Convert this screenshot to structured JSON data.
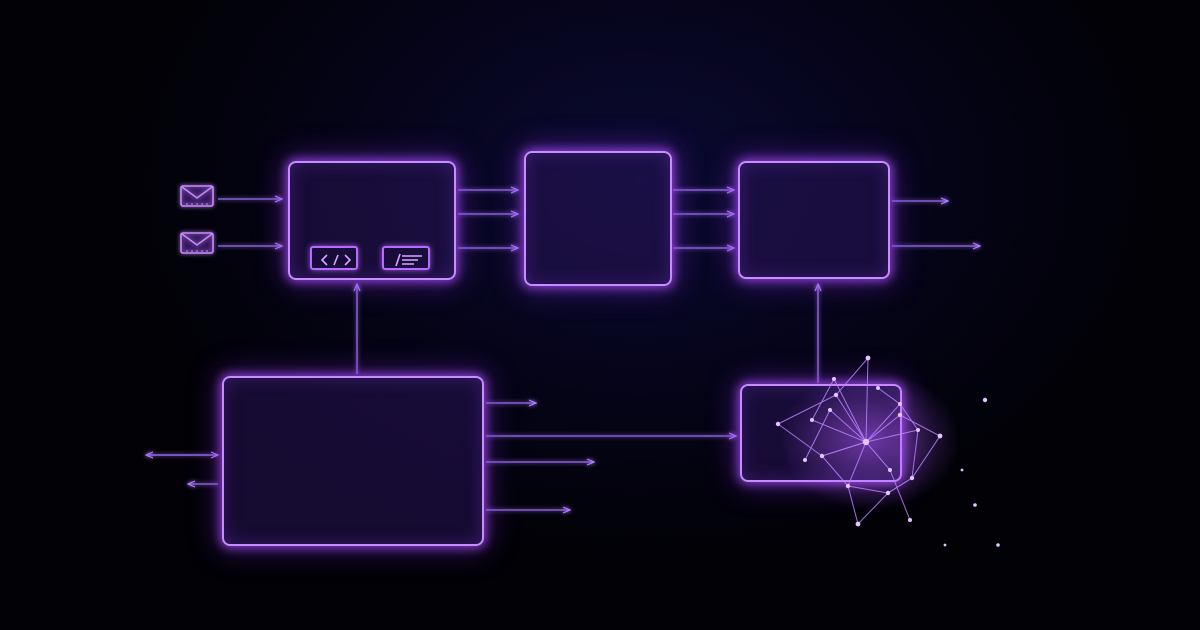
{
  "diagram": {
    "accent_color": "#c88cff",
    "glow_color": "#a24dff",
    "background_color": "#03020f",
    "nodes": [
      {
        "id": "ingest-box",
        "label": ""
      },
      {
        "id": "process-box",
        "label": ""
      },
      {
        "id": "output-box",
        "label": ""
      },
      {
        "id": "source-box",
        "label": ""
      },
      {
        "id": "network-box",
        "label": ""
      }
    ],
    "icons": [
      "mail-icon",
      "mail-icon",
      "code-icon",
      "document-icon",
      "network-graph-icon"
    ]
  }
}
